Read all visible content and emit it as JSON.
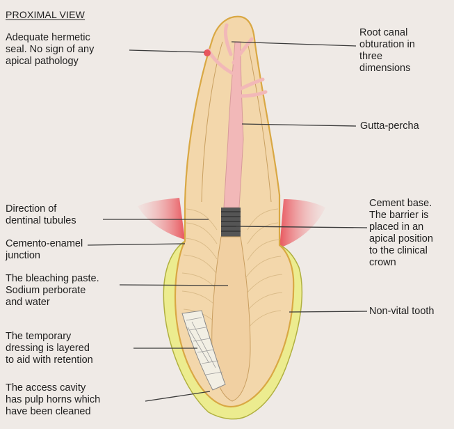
{
  "title": "PROXIMAL VIEW",
  "labels": {
    "seal": "Adequate hermetic\nseal. No sign of any\napical pathology",
    "root_canal": "Root canal\nobturation in\nthree\ndimensions",
    "gutta": "Gutta-percha",
    "tubules": "Direction of\ndentinal tubules",
    "cement": "Cement base.\nThe barrier is\nplaced in an\napical position\nto the clinical\ncrown",
    "cej": "Cemento-enamel\njunction",
    "paste": "The bleaching paste.\nSodium perborate\nand water",
    "nonvital": "Non-vital tooth",
    "dressing": "The temporary\ndressing is layered\nto aid with retention",
    "access": "The access cavity\nhas pulp horns which\nhave been cleaned"
  },
  "colors": {
    "background": "#efeae6",
    "root": "#f3d7ab",
    "root_outline": "#d9a844",
    "enamel": "#ecec8f",
    "gutta_percha": "#f2b8b8",
    "gingiva": "#e8575e",
    "cement_base": "#555555",
    "leader_line": "#3a3a3a"
  }
}
